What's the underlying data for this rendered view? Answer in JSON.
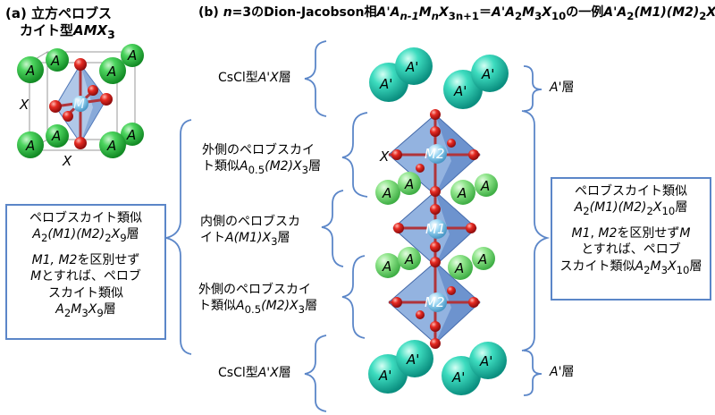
{
  "panel_a": {
    "title_line1": "(a) 立方ペロブス",
    "title_line2_prefix": "カイト型",
    "title_line2_formula": "AMX",
    "title_line2_sub": "3"
  },
  "panel_b": {
    "title_prefix": "(b) ",
    "title_n": "n",
    "title_main": "=3のDion-Jacobson相",
    "title_formula_a": "A'A",
    "title_sub_a": "n-1",
    "title_formula_b": "M",
    "title_sub_b": "n",
    "title_formula_c": "X",
    "title_sub_c": "3n+1",
    "title_eq": "＝",
    "title_formula_d": "A'A",
    "title_sub_d": "2",
    "title_formula_e": "M",
    "title_sub_e": "3",
    "title_formula_f": "X",
    "title_sub_f": "10",
    "title_example": "の一例",
    "title_formula_g": "A'A",
    "title_sub_g": "2",
    "title_formula_h": "(M1)(M2)",
    "title_sub_h": "2",
    "title_formula_i": "X",
    "title_sub_i": "10"
  },
  "atom_labels": {
    "A": "A",
    "A_prime": "A'",
    "X": "X",
    "M": "M",
    "M1": "M1",
    "M2": "M2"
  },
  "layers": {
    "cscl_top_prefix": "CsCl型",
    "cscl_top_formula": "A'X",
    "cscl_top_suffix": "層",
    "cscl_bottom_prefix": "CsCl型",
    "cscl_bottom_formula": "A'X",
    "cscl_bottom_suffix": "層",
    "aprime_top_formula": "A'",
    "aprime_top_suffix": "層",
    "aprime_bottom_formula": "A'",
    "aprime_bottom_suffix": "層",
    "outer_top_line1": "外側のペロブスカイ",
    "outer_top_line2_prefix": "ト類似",
    "outer_top_formula_a": "A",
    "outer_top_sub_a": "0.5",
    "outer_top_formula_b": "(M2)X",
    "outer_top_sub_b": "3",
    "outer_top_suffix": "層",
    "inner_line1": "内側のペロブスカ",
    "inner_line2_prefix": "イト",
    "inner_formula": "A(M1)X",
    "inner_sub": "3",
    "inner_suffix": "層",
    "outer_bottom_line1": "外側のペロブスカイ",
    "outer_bottom_line2_prefix": "ト類似",
    "outer_bottom_formula_a": "A",
    "outer_bottom_sub_a": "0.5",
    "outer_bottom_formula_b": "(M2)X",
    "outer_bottom_sub_b": "3",
    "outer_bottom_suffix": "層"
  },
  "left_box": {
    "line1": "ペロブスカイト類似",
    "line2_formula_a": "A",
    "line2_sub_a": "2",
    "line2_formula_b": "(M1)(M2)",
    "line2_sub_b": "2",
    "line2_formula_c": "X",
    "line2_sub_c": "9",
    "line2_suffix": "層",
    "line3_formula": "M1, M2",
    "line3_suffix": "を区別せず",
    "line4_formula": "M",
    "line4_suffix": "とすれば、ペロブ",
    "line5": "スカイト類似",
    "line6_formula_a": "A",
    "line6_sub_a": "2",
    "line6_formula_b": "M",
    "line6_sub_b": "3",
    "line6_formula_c": "X",
    "line6_sub_c": "9",
    "line6_suffix": "層"
  },
  "right_box": {
    "line1": "ペロブスカイト類似",
    "line2_formula_a": "A",
    "line2_sub_a": "2",
    "line2_formula_b": "(M1)(M2)",
    "line2_sub_b": "2",
    "line2_formula_c": "X",
    "line2_sub_c": "10",
    "line2_suffix": "層",
    "line3_formula_a": "M1",
    "line3_sep": ", ",
    "line3_formula_b": "M2",
    "line3_suffix": "を区別せず",
    "line3_formula_c": "M",
    "line4": "とすれば、ペロブ",
    "line5_prefix": "スカイト類似",
    "line5_formula_a": "A",
    "line5_sub_a": "2",
    "line5_formula_b": "M",
    "line5_sub_b": "3",
    "line5_formula_c": "X",
    "line5_sub_c": "10",
    "line5_suffix": "層"
  },
  "colors": {
    "bracket": "#5b86c8",
    "a_atom_dark": "#1f9e33",
    "a_atom_light": "#59d56a",
    "aprime_atom": "#1fc1a8",
    "x_atom": "#d8151a",
    "octahedron": "#6f9ad6",
    "m_atom": "#7fc8ec"
  }
}
